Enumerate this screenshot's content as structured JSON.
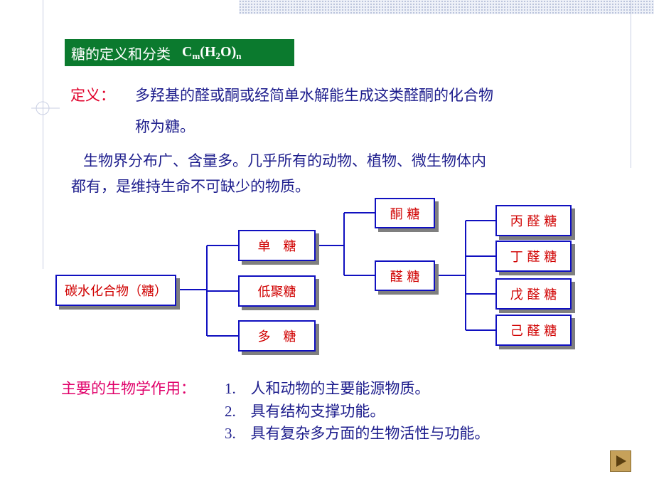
{
  "title": {
    "text": "糖的定义和分类",
    "formula_c": "C",
    "formula_m": "m",
    "formula_mid": "(H",
    "formula_2": "2",
    "formula_o": "O)",
    "formula_n": "n"
  },
  "definition": {
    "label": "定义：",
    "line1": "多羟基的醛或酮或经简单水解能生成这类醛酮的化合物",
    "line2": "称为糖。"
  },
  "distribution": {
    "line1": "生物界分布广、含量多。几乎所有的动物、植物、微生物体内",
    "line2": "都有，是维持生命不可缺少的物质。"
  },
  "tree": {
    "root": "碳水化合物（糖）",
    "monosaccharide": "单　糖",
    "oligosaccharide": "低聚糖",
    "polysaccharide": "多　糖",
    "ketose": "酮 糖",
    "aldose": "醛 糖",
    "triose": "丙 醛 糖",
    "tetrose": "丁 醛 糖",
    "pentose": "戊 醛 糖",
    "hexose": "己 醛 糖"
  },
  "roles": {
    "label": "主要的生物学作用：",
    "items": [
      {
        "num": "1.",
        "text": "人和动物的主要能源物质。"
      },
      {
        "num": "2.",
        "text": "具有结构支撑功能。"
      },
      {
        "num": "3.",
        "text": "具有复杂多方面的生物活性与功能。"
      }
    ]
  },
  "colors": {
    "title_bg": "#0b7a2e",
    "body_text": "#1c1c8c",
    "label_red": "#e0002a",
    "node_border": "#1010c0",
    "node_text": "#d00000"
  },
  "nav": {
    "icon": "play-next-icon"
  }
}
